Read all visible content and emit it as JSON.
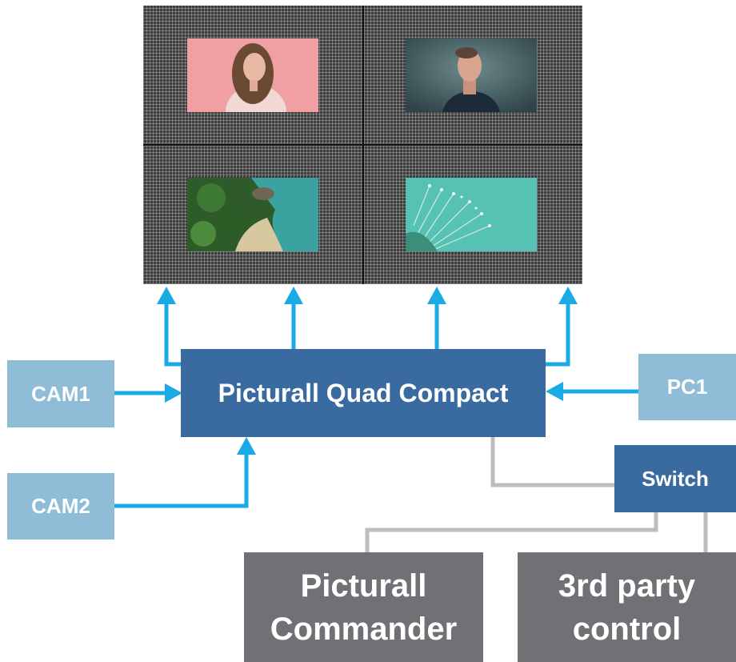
{
  "diagram": {
    "processor": {
      "label": "Picturall Quad Compact"
    },
    "inputs": [
      {
        "id": "cam1",
        "label": "CAM1"
      },
      {
        "id": "cam2",
        "label": "CAM2"
      },
      {
        "id": "pc1",
        "label": "PC1"
      }
    ],
    "switch": {
      "label": "Switch"
    },
    "controllers": [
      {
        "id": "commander",
        "label": "Picturall\nCommander"
      },
      {
        "id": "third-party",
        "label": "3rd party\ncontrol"
      }
    ]
  },
  "colors": {
    "video_arrow": "#1aabe6",
    "network_line": "#bdbdbd",
    "processor_box": "#3a6ba0",
    "input_box": "#8fbcd6",
    "controller_box": "#707174"
  }
}
